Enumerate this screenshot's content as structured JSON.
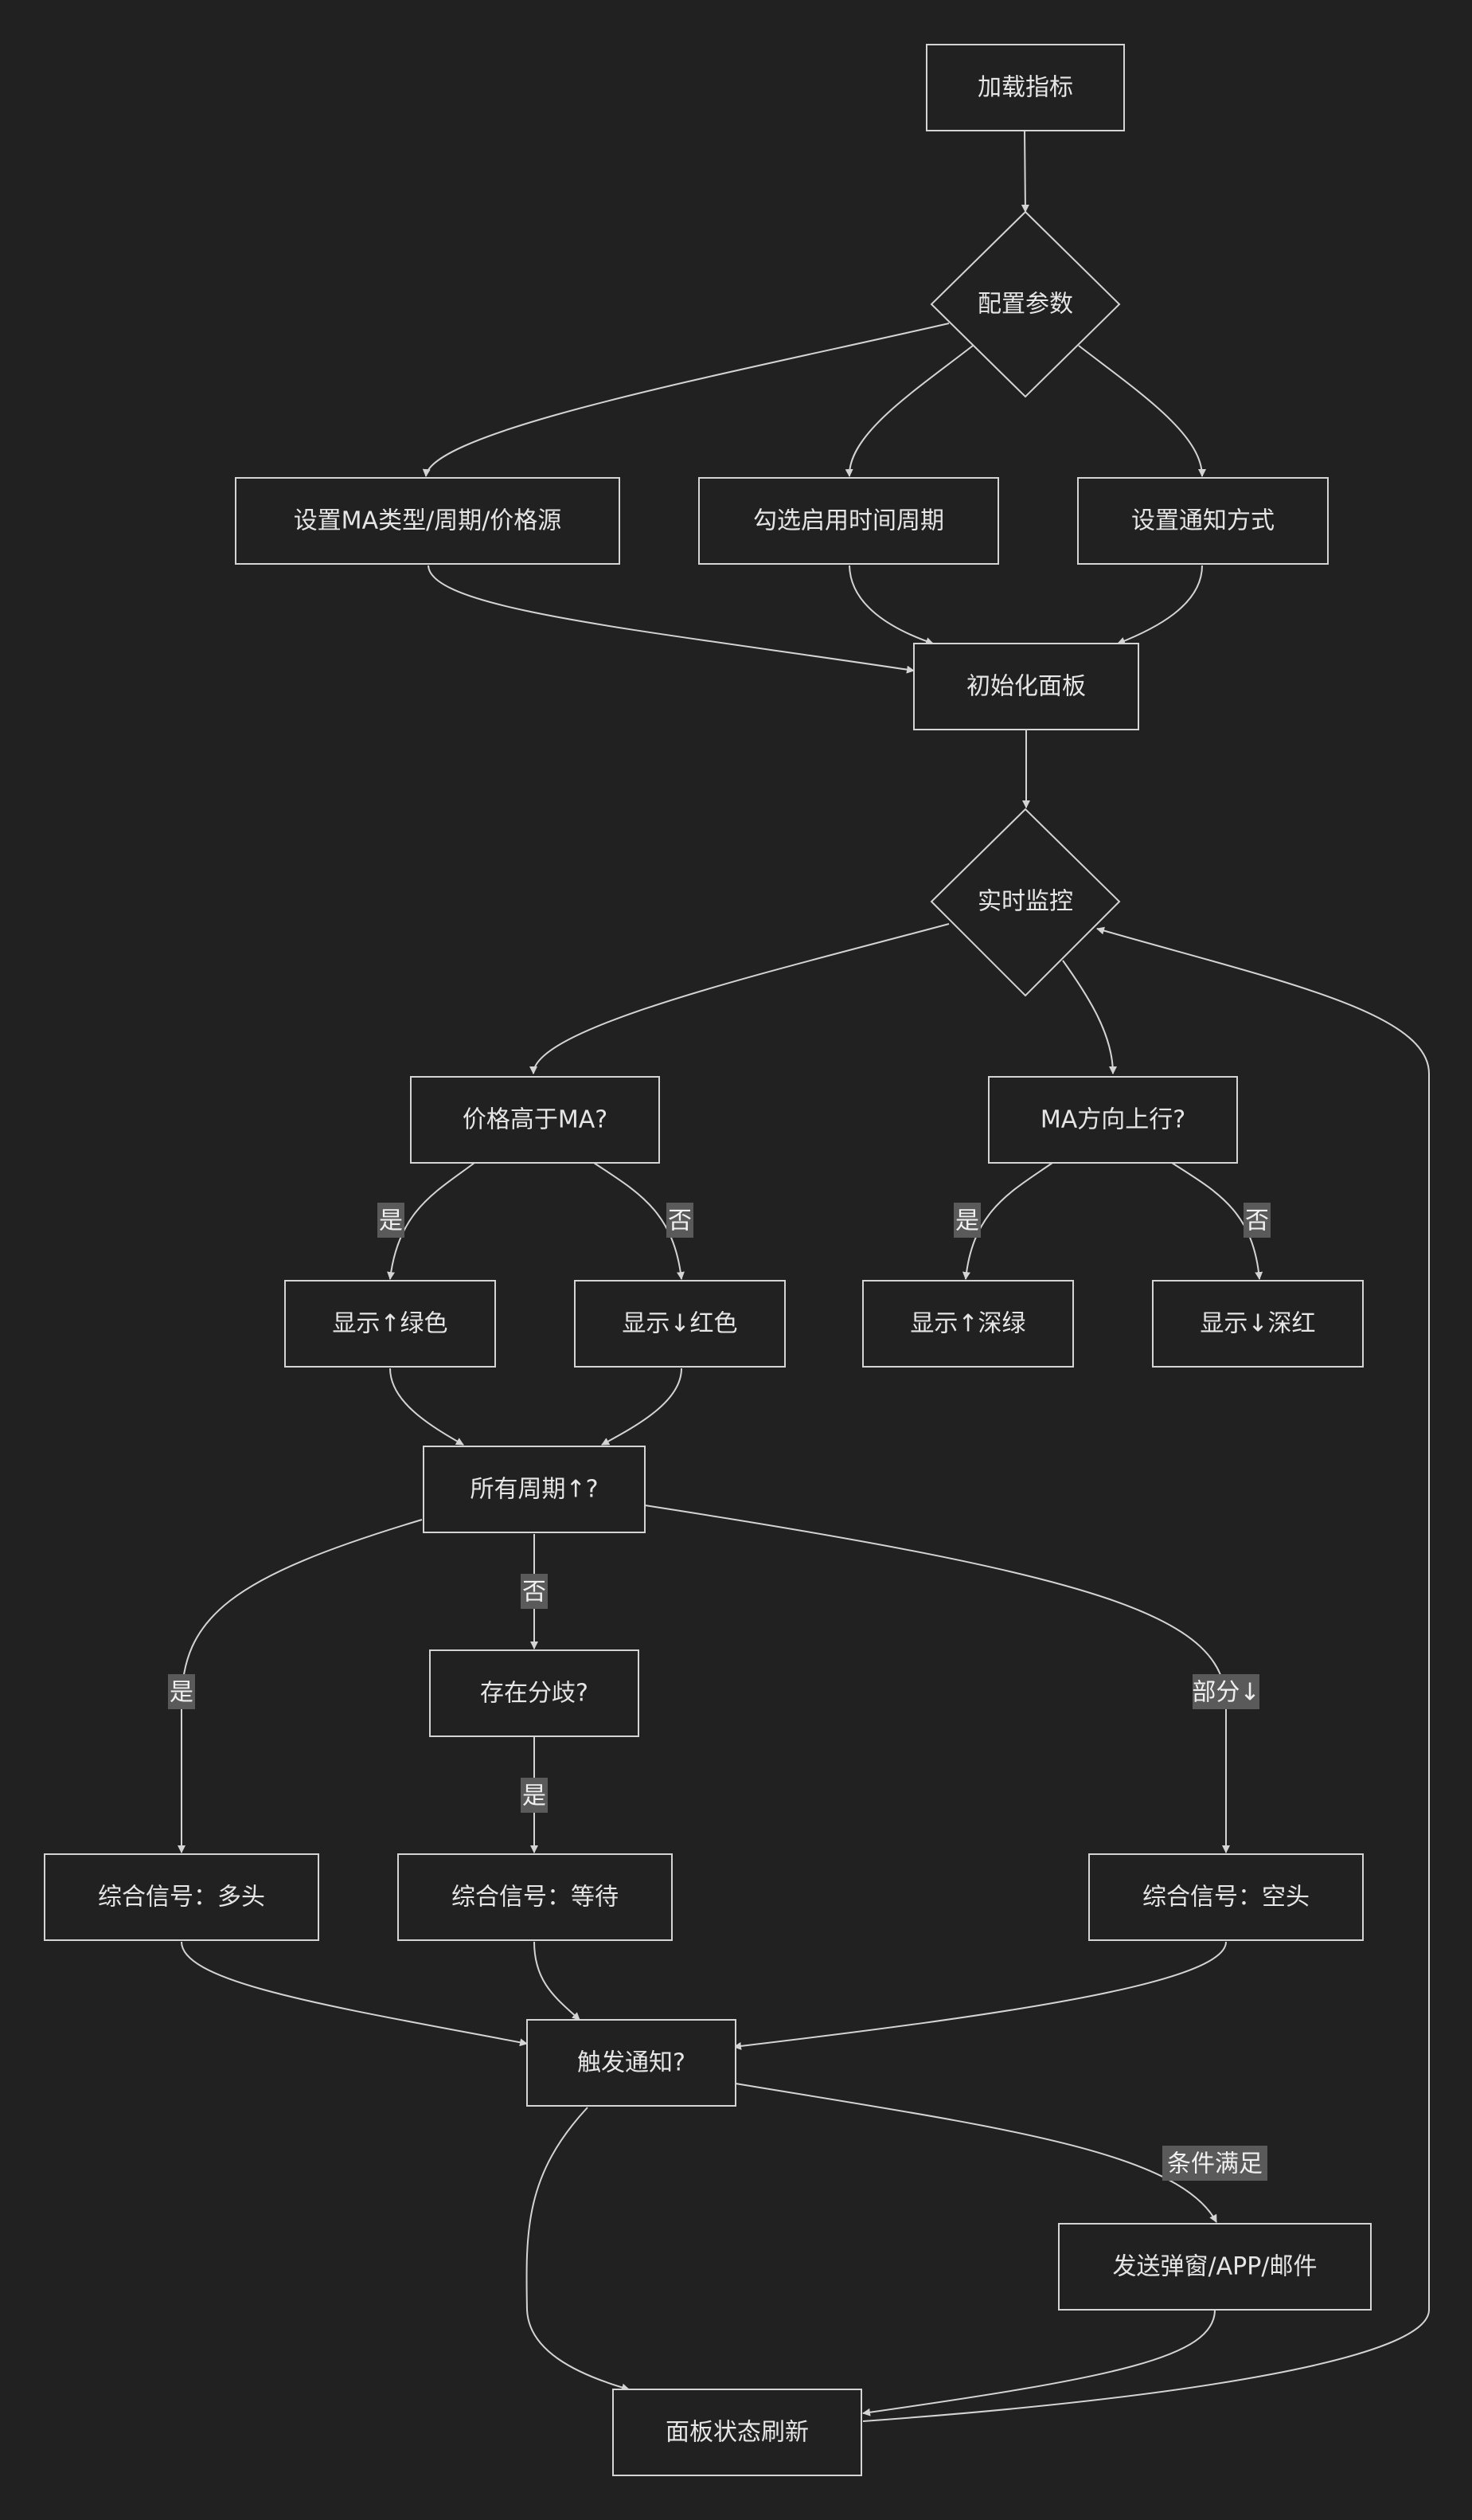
{
  "nodes": {
    "n1": {
      "text": "加载指标"
    },
    "n2": {
      "text": "配置参数"
    },
    "n3": {
      "text": "设置MA类型/周期/价格源"
    },
    "n4": {
      "text": "勾选启用时间周期"
    },
    "n5": {
      "text": "设置通知方式"
    },
    "n6": {
      "text": "初始化面板"
    },
    "n7": {
      "text": "实时监控"
    },
    "n8": {
      "text": "价格高于MA?"
    },
    "n9": {
      "text": "MA方向上行?"
    },
    "n10": {
      "text": "显示↑绿色"
    },
    "n11": {
      "text": "显示↓红色"
    },
    "n12": {
      "text": "显示↑深绿"
    },
    "n13": {
      "text": "显示↓深红"
    },
    "n14": {
      "text": "所有周期↑?"
    },
    "n15": {
      "text": "存在分歧?"
    },
    "n16": {
      "text": "综合信号：多头"
    },
    "n17": {
      "text": "综合信号：等待"
    },
    "n18": {
      "text": "综合信号：空头"
    },
    "n19": {
      "text": "触发通知?"
    },
    "n20": {
      "text": "发送弹窗/APP/邮件"
    },
    "n21": {
      "text": "面板状态刷新"
    }
  },
  "edge_labels": {
    "e_n8_n10": "是",
    "e_n8_n11": "否",
    "e_n9_n12": "是",
    "e_n9_n13": "否",
    "e_n14_n15": "否",
    "e_n14_n16": "是",
    "e_n14_n18": "部分↓",
    "e_n15_n17": "是",
    "e_n19_n20": "条件满足"
  },
  "colors": {
    "background": "#212121",
    "stroke": "#d4d4d4",
    "text": "#e6e6e6",
    "label_background": "#5a5a5a"
  }
}
